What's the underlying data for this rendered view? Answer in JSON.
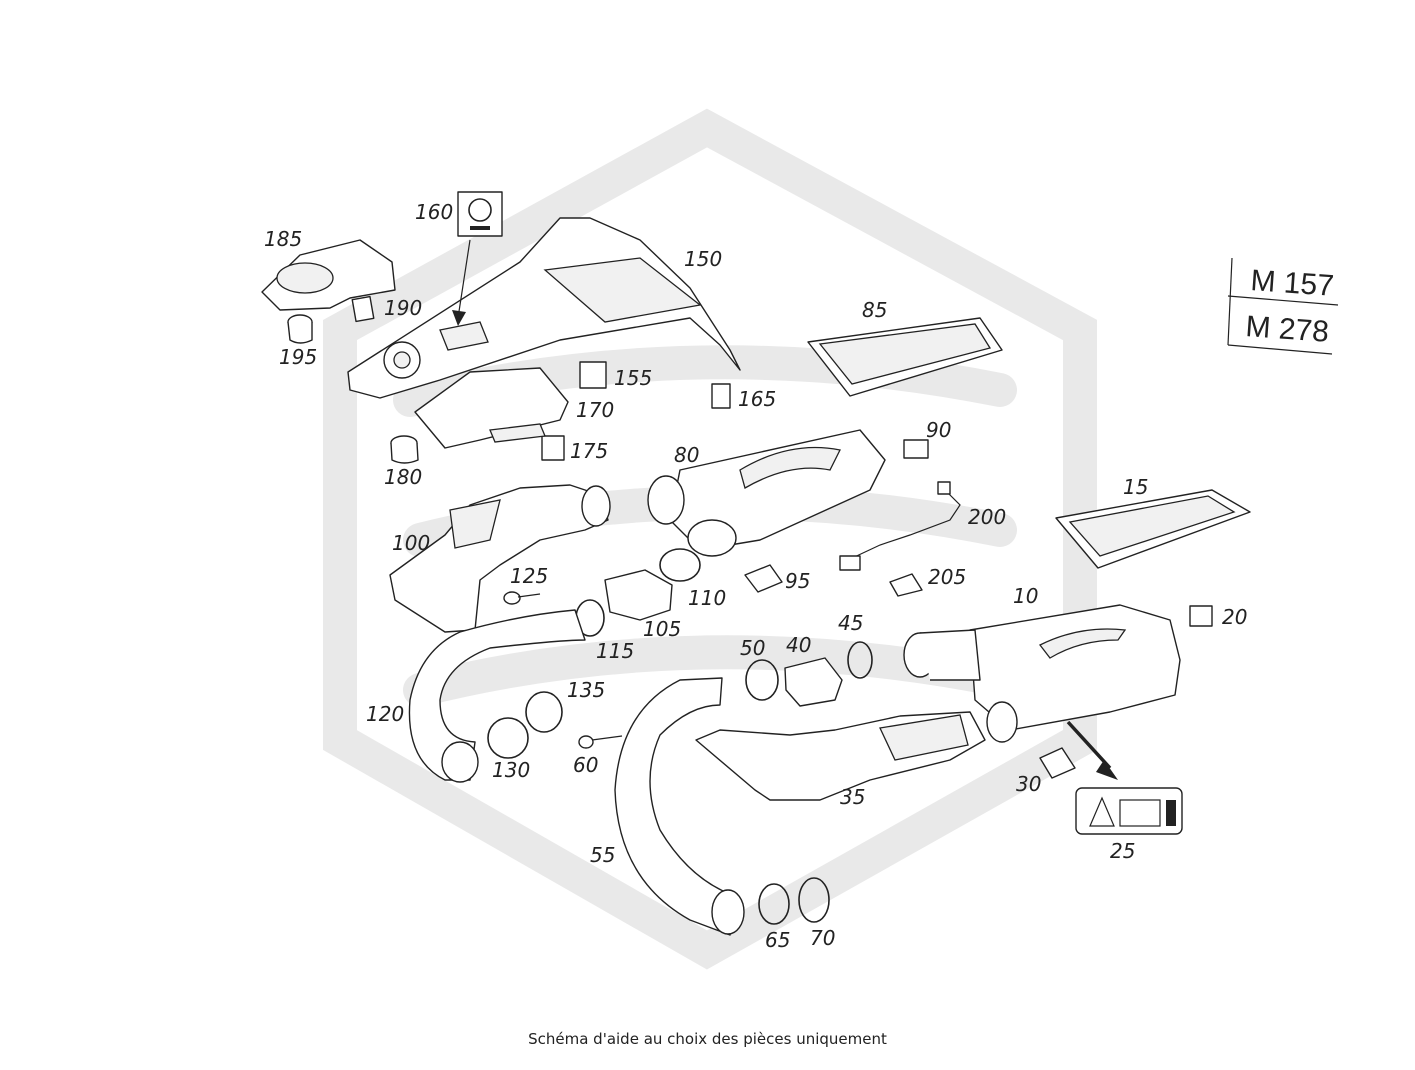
{
  "engine_codes": [
    "M 157",
    "M 278"
  ],
  "callouts": [
    {
      "id": "p185",
      "label": "185"
    },
    {
      "id": "p160",
      "label": "160"
    },
    {
      "id": "p150",
      "label": "150"
    },
    {
      "id": "p190",
      "label": "190"
    },
    {
      "id": "p195",
      "label": "195"
    },
    {
      "id": "p85",
      "label": "85"
    },
    {
      "id": "p155",
      "label": "155"
    },
    {
      "id": "p165",
      "label": "165"
    },
    {
      "id": "p170",
      "label": "170"
    },
    {
      "id": "p175",
      "label": "175"
    },
    {
      "id": "p180",
      "label": "180"
    },
    {
      "id": "p90",
      "label": "90"
    },
    {
      "id": "p80",
      "label": "80"
    },
    {
      "id": "p200",
      "label": "200"
    },
    {
      "id": "p15",
      "label": "15"
    },
    {
      "id": "p100",
      "label": "100"
    },
    {
      "id": "p125",
      "label": "125"
    },
    {
      "id": "p110",
      "label": "110"
    },
    {
      "id": "p95",
      "label": "95"
    },
    {
      "id": "p205",
      "label": "205"
    },
    {
      "id": "p10",
      "label": "10"
    },
    {
      "id": "p20",
      "label": "20"
    },
    {
      "id": "p105",
      "label": "105"
    },
    {
      "id": "p115",
      "label": "115"
    },
    {
      "id": "p45",
      "label": "45"
    },
    {
      "id": "p50",
      "label": "50"
    },
    {
      "id": "p40",
      "label": "40"
    },
    {
      "id": "p135",
      "label": "135"
    },
    {
      "id": "p120",
      "label": "120"
    },
    {
      "id": "p130",
      "label": "130"
    },
    {
      "id": "p60",
      "label": "60"
    },
    {
      "id": "p35",
      "label": "35"
    },
    {
      "id": "p30",
      "label": "30"
    },
    {
      "id": "p25",
      "label": "25"
    },
    {
      "id": "p55",
      "label": "55"
    },
    {
      "id": "p65",
      "label": "65"
    },
    {
      "id": "p70",
      "label": "70"
    }
  ],
  "caption": "Schéma d'aide au choix des pièces uniquement"
}
